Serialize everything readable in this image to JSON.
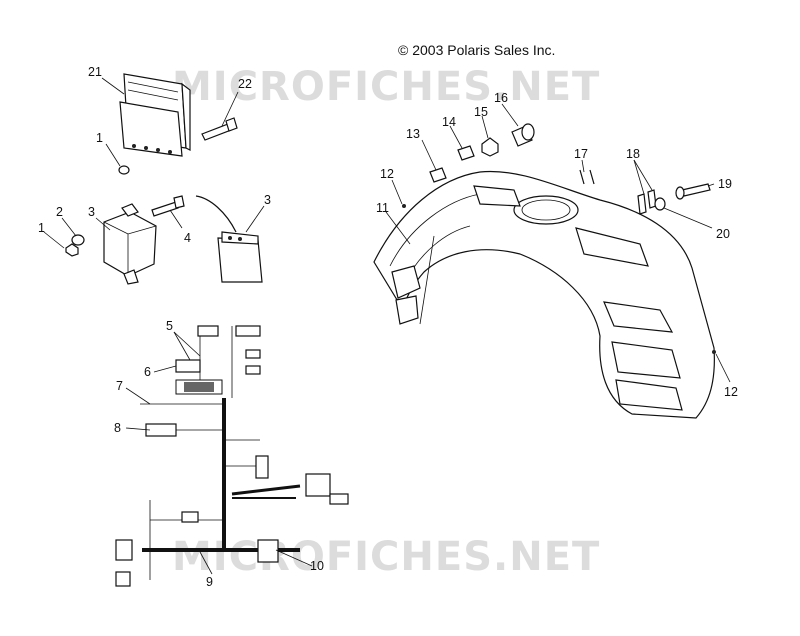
{
  "copyright": "© 2003 Polaris Sales Inc.",
  "watermark": "MICROFICHES.NET",
  "callouts": {
    "c21": "21",
    "c22": "22",
    "c1a": "1",
    "c2": "2",
    "c1b": "1",
    "c3a": "3",
    "c4": "4",
    "c3b": "3",
    "c5": "5",
    "c6": "6",
    "c7": "7",
    "c8": "8",
    "c9": "9",
    "c10": "10",
    "c13": "13",
    "c14": "14",
    "c15": "15",
    "c16": "16",
    "c12a": "12",
    "c11": "11",
    "c17": "17",
    "c18": "18",
    "c19": "19",
    "c20": "20",
    "c12b": "12"
  }
}
